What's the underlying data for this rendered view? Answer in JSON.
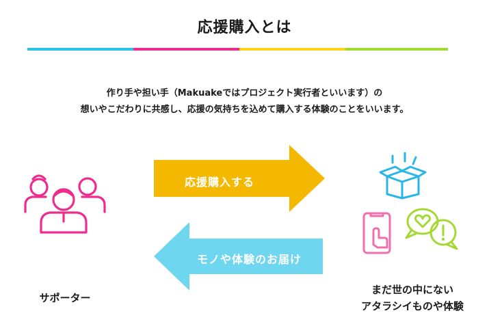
{
  "title": "応援購入とは",
  "accent_colors": [
    "#2ac4e8",
    "#ee2c8e",
    "#ffd21e",
    "#a3d932"
  ],
  "description": {
    "line1": "作り手や担い手（Makuakeではプロジェクト実行者といいます）の",
    "line2": "想いやこだわりに共感し、応援の気持ちを込めて購入する体験のことをいいます。"
  },
  "arrows": {
    "forward": {
      "label": "応援購入する",
      "color": "#f5b800"
    },
    "backward": {
      "label": "モノや体験のお届け",
      "color": "#6fd6f0"
    }
  },
  "supporter": {
    "label": "サポーター",
    "icon": "people-group-icon",
    "color": "#ee2c8e"
  },
  "experience": {
    "line1": "まだ世の中にない",
    "line2": "アタラシイものや体験",
    "icons": [
      "gift-box-icon",
      "smartphone-tap-icon",
      "heart-speech-bubble-icon",
      "exclamation-speech-bubble-icon"
    ]
  }
}
